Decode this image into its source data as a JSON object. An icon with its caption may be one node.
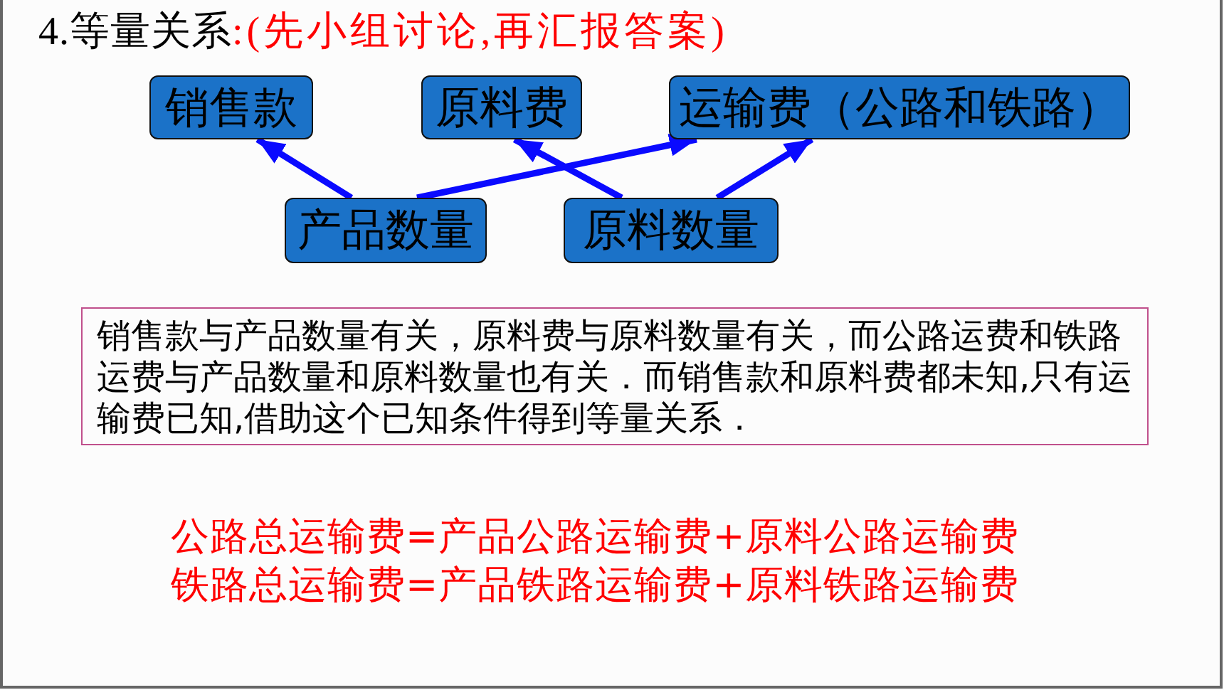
{
  "diagram": {
    "title": "4.等量关系",
    "nodes": [
      {
        "text": [
          "销售款"
        ]
      },
      {
        "text": [
          "原料费"
        ]
      },
      {
        "text": [
          "运输费（公路和铁路）"
        ]
      },
      {
        "text": [
          "产品数量"
        ]
      },
      {
        "text": [
          "原料数量"
        ]
      },
      {
        "text": [
          "销售款与产品数量有关，原料费与原料数量有关，而公路运费和铁路运费与产品数量和原料数量也有关．而销售款和原料费都未知,只有运输费已知,借助这个已知条件得到等量关系．"
        ]
      }
    ],
    "edges": [
      {
        "from": 3,
        "to": 0,
        "arrow": "to"
      },
      {
        "from": 3,
        "to": 2,
        "arrow": "to"
      },
      {
        "from": 4,
        "to": 1,
        "arrow": "to"
      },
      {
        "from": 4,
        "to": 2,
        "arrow": "to"
      }
    ],
    "labels": [
      ":(先小组讨论,再汇报答案)",
      "公路总运输费=产品公路运输费+原料公路运输费",
      "铁路总运输费=产品铁路运输费+原料铁路运输费"
    ]
  }
}
